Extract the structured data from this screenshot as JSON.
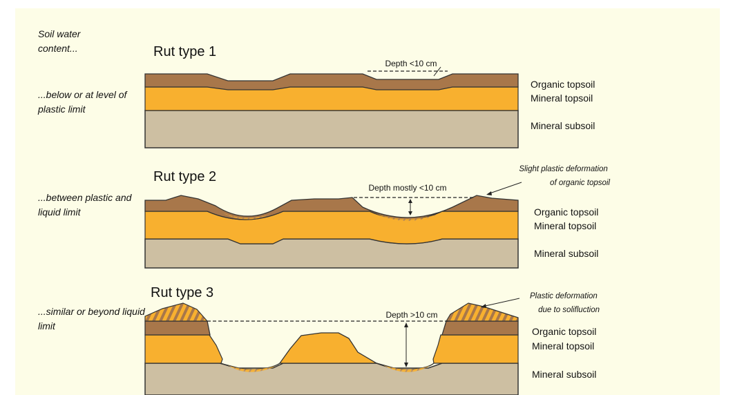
{
  "colors": {
    "background": "#fdfde7",
    "organic_topsoil": "#a8774a",
    "mineral_topsoil": "#f8b02f",
    "mineral_subsoil": "#cdbfa2",
    "outline": "#333333"
  },
  "header": {
    "soil_water_title": "Soil water content..."
  },
  "rows": [
    {
      "rut_title": "Rut type 1",
      "water_condition": "...below or at level of plastic limit",
      "depth_label": "Depth <10 cm",
      "layers": [
        "Organic topsoil",
        "Mineral topsoil",
        "Mineral subsoil"
      ]
    },
    {
      "rut_title": "Rut type 2",
      "water_condition": "...between plastic and liquid limit",
      "depth_label": "Depth mostly <10 cm",
      "deformation_note": "Slight plastic deformation of organic topsoil",
      "layers": [
        "Organic topsoil",
        "Mineral topsoil",
        "Mineral subsoil"
      ]
    },
    {
      "rut_title": "Rut type 3",
      "water_condition": "...similar or beyond liquid limit",
      "depth_label": "Depth >10 cm",
      "deformation_note": "Plastic deformation due to solifluction",
      "layers": [
        "Organic topsoil",
        "Mineral topsoil",
        "Mineral subsoil"
      ]
    }
  ]
}
